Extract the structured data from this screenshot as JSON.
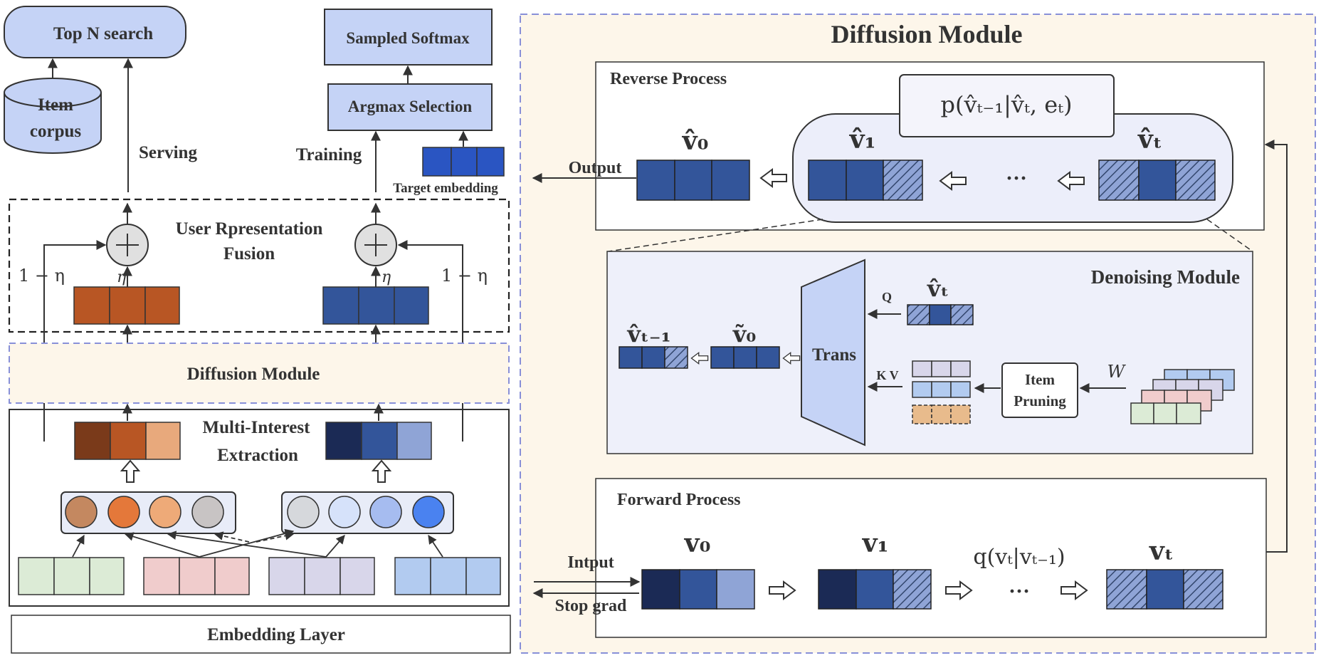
{
  "top": {
    "top_n_search": "Top N search",
    "item_corpus_line1": "Item",
    "item_corpus_line2": "corpus",
    "serving": "Serving",
    "sampled_softmax": "Sampled Softmax",
    "argmax_selection": "Argmax Selection",
    "training": "Training",
    "target_embedding": "Target embedding"
  },
  "fusion": {
    "title_line1": "User Rpresentation",
    "title_line2": "Fusion",
    "one_minus_eta": "1 − η",
    "eta": "η"
  },
  "left": {
    "diffusion_module": "Diffusion Module",
    "multi_interest_line1": "Multi-Interest",
    "multi_interest_line2": "Extraction",
    "embedding_layer": "Embedding Layer"
  },
  "diffusion": {
    "title": "Diffusion Module",
    "reverse_process": "Reverse Process",
    "reverse_formula": "p(v̂ₜ₋₁|v̂ₜ, eₜ)",
    "v0_hat": "v̂₀",
    "v1_hat": "v̂₁",
    "vt_hat": "v̂ₜ",
    "ellipsis": "···",
    "output": "Output",
    "denoising_module": "Denoising Module",
    "vtm1_hat": "v̂ₜ₋₁",
    "v0_tilde": "ṽ₀",
    "trans": "Trans",
    "q": "Q",
    "kv": "K V",
    "item_pruning_line1": "Item",
    "item_pruning_line2": "Pruning",
    "w": "W",
    "forward_process": "Forward Process",
    "input": "Intput",
    "stop_grad": "Stop grad",
    "v0": "v₀",
    "v1": "v₁",
    "vt": "vₜ",
    "forward_formula": "q(vₜ|vₜ₋₁)"
  },
  "colors": {
    "light_blue_box": "#c5d3f6",
    "dark_blue": "#33559a",
    "navy": "#1b2a55",
    "mid_blue": "#8fa4d6",
    "brown": "#b85624",
    "dark_brown": "#7a3a1a",
    "tan": "#e8a97c",
    "beige_panel": "#fdf6ea",
    "lavender_panel": "#eef0fa",
    "dashed_purple": "#8890d8"
  }
}
